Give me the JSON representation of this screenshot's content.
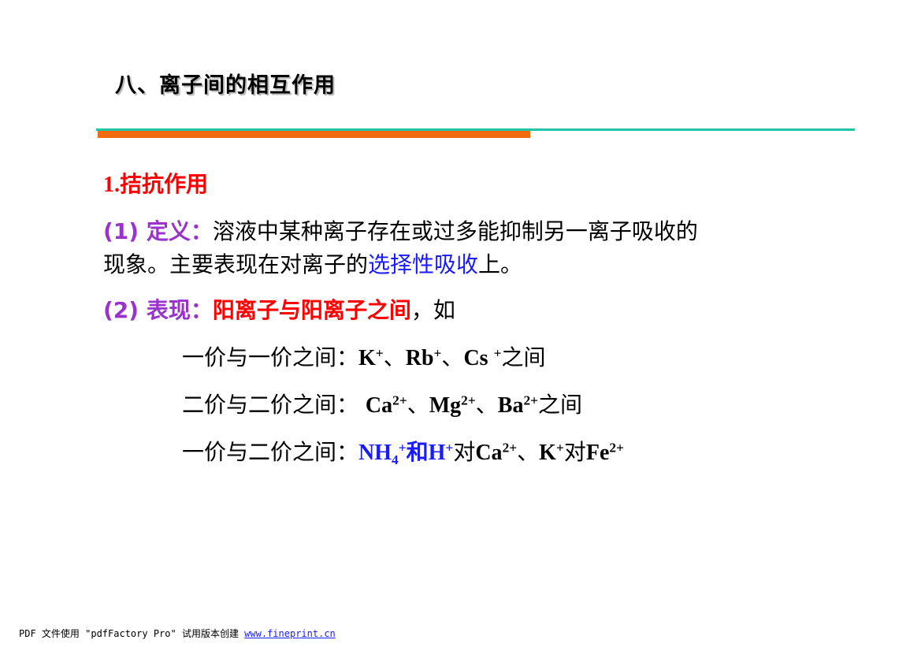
{
  "slide": {
    "title": "八、离子间的相互作用",
    "heading": {
      "number": "1.",
      "text": "拮抗作用"
    },
    "definition": {
      "label": "(1) 定义：",
      "text_a": "溶液中某种离子存在或过多能抑制另一离子吸收的",
      "text_b": "现象。主要表现在对离子的",
      "highlight": "选择性吸收",
      "text_c": "上。"
    },
    "manifestation": {
      "label": "(2) 表现：",
      "highlight": "阳离子与阳离子之间",
      "suffix": "，如"
    },
    "examples": [
      {
        "prefix": "一价与一价之间：",
        "ions": [
          {
            "symbol": "K",
            "charge": "+"
          },
          {
            "symbol": "Rb",
            "charge": "+"
          },
          {
            "symbol": "Cs ",
            "charge": "+"
          }
        ],
        "separator": "、",
        "suffix": "之间"
      },
      {
        "prefix": "二价与二价之间： ",
        "ions": [
          {
            "symbol": "Ca",
            "charge": "2+"
          },
          {
            "symbol": "Mg",
            "charge": "2+"
          },
          {
            "symbol": "Ba",
            "charge": "2+"
          }
        ],
        "separator": "、",
        "suffix": "之间"
      },
      {
        "prefix": "一价与二价之间：",
        "nh": "NH",
        "nh_sub": "4",
        "nh_charge": "+",
        "conj": "和",
        "h": "H",
        "h_charge": "+",
        "dui1": "对",
        "ca": "Ca",
        "ca_charge": "2+",
        "sep": "、",
        "k": "K",
        "k_charge": "+",
        "dui2": "对",
        "fe": "Fe",
        "fe_charge": "2+"
      }
    ]
  },
  "footer": {
    "text": "PDF 文件使用 \"pdfFactory Pro\" 试用版本创建 ",
    "link": "www.fineprint.cn"
  },
  "colors": {
    "heading_red": "#ff0000",
    "label_purple": "#9933cc",
    "highlight_blue": "#1a1aff",
    "rule_teal": "#1fc6a8",
    "rule_orange": "#f26a10"
  }
}
